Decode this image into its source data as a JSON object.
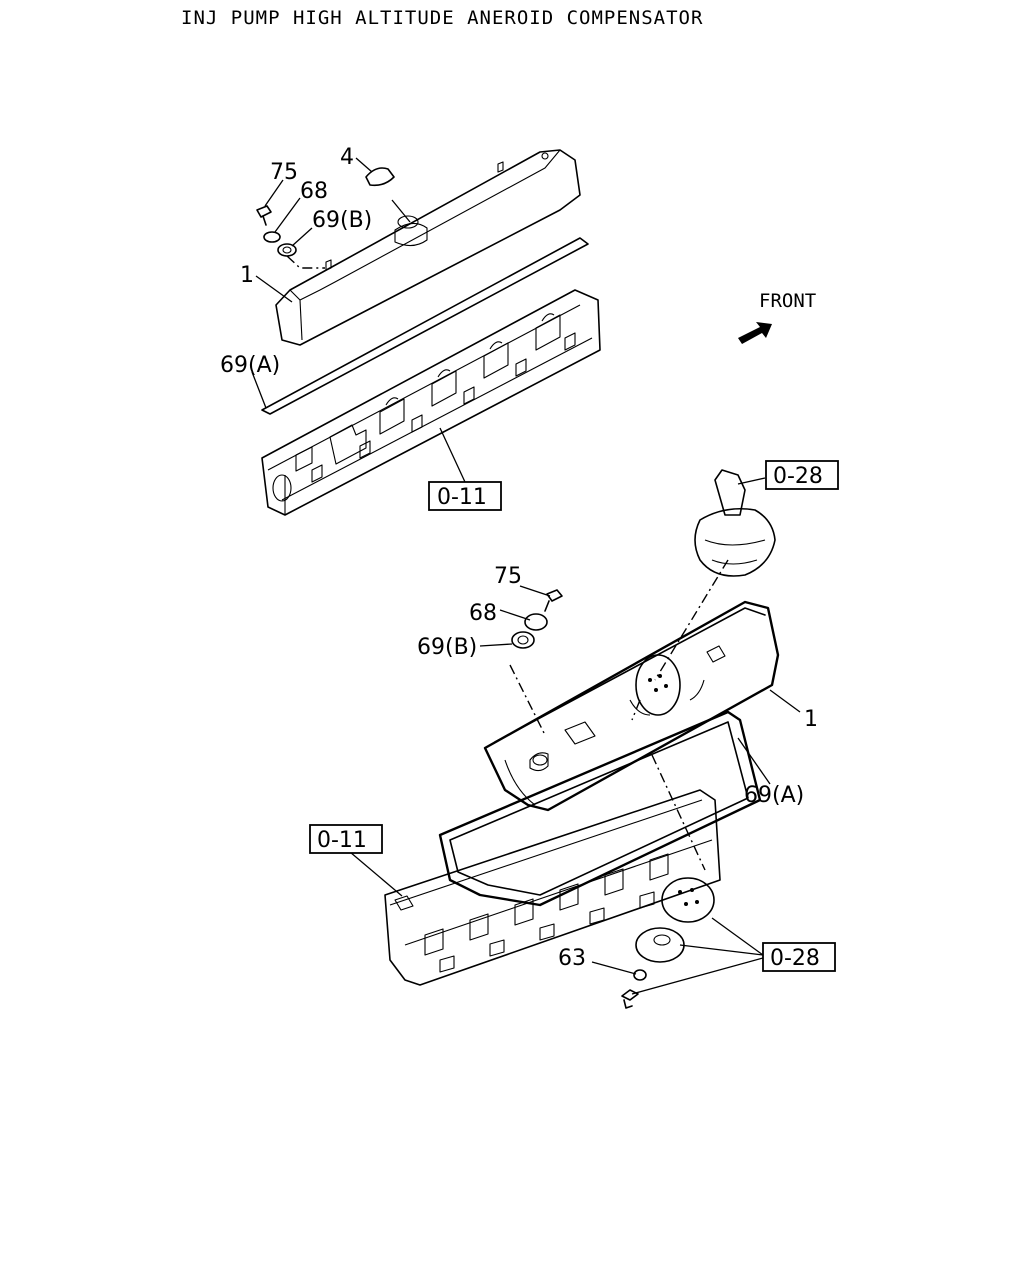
{
  "title": "INJ PUMP HIGH ALTITUDE ANEROID COMPENSATOR",
  "front_label": "FRONT",
  "upper_view": {
    "callouts": {
      "part_75": "75",
      "part_68": "68",
      "part_4": "4",
      "part_69b": "69(B)",
      "part_1": "1",
      "part_69a": "69(A)",
      "ref_head": "0-11"
    }
  },
  "lower_view": {
    "callouts": {
      "ref_aneroid": "0-28",
      "part_75": "75",
      "part_68": "68",
      "part_69b": "69(B)",
      "part_1": "1",
      "part_69a": "69(A)",
      "ref_head": "0-11",
      "part_63": "63",
      "ref_cap": "0-28"
    }
  },
  "icons": {
    "front_arrow": "front-arrow-icon"
  }
}
